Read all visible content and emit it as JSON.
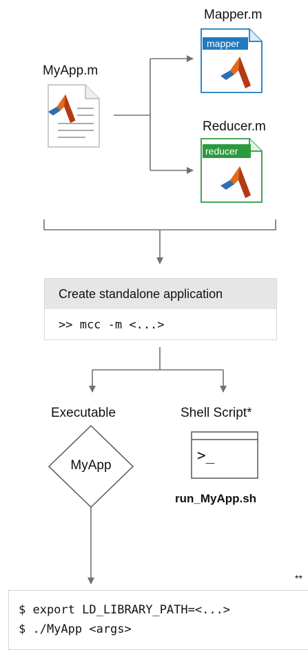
{
  "files": {
    "myapp": {
      "name": "MyApp.m"
    },
    "mapper": {
      "name": "Mapper.m",
      "tag": "mapper",
      "color": "#1f7ac0"
    },
    "reducer": {
      "name": "Reducer.m",
      "tag": "reducer",
      "color": "#2b9a3e"
    }
  },
  "build": {
    "title": "Create standalone application",
    "command": ">> mcc -m <...>"
  },
  "outputs": {
    "executable": {
      "heading": "Executable",
      "name": "MyApp"
    },
    "script": {
      "heading": "Shell Script*",
      "prompt": ">_",
      "filename": "run_MyApp.sh"
    }
  },
  "terminal": {
    "marker": "**",
    "lines": [
      "$ export LD_LIBRARY_PATH=<...>",
      "$ ./MyApp <args>"
    ]
  },
  "colors": {
    "connector": "#666666",
    "box_header": "#e6e6e6"
  },
  "icons": [
    "document-icon",
    "matlab-logo-icon",
    "terminal-window-icon",
    "diamond-executable-icon"
  ]
}
